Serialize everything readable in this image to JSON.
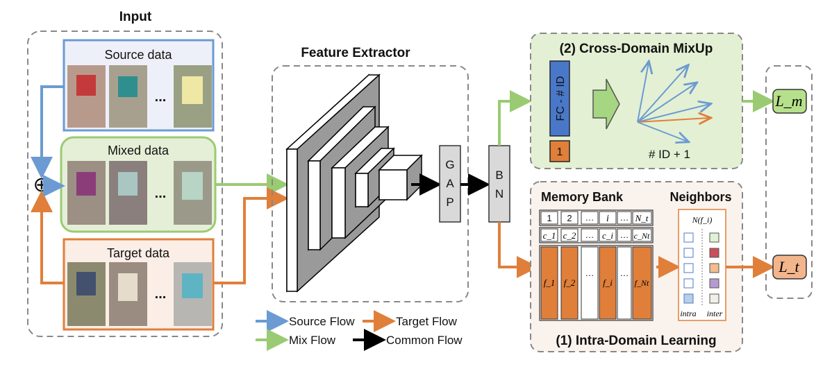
{
  "input": {
    "title": "Input",
    "source_label": "Source data",
    "mixed_label": "Mixed data",
    "target_label": "Target data",
    "ellipsis": "..."
  },
  "sum_symbol": "⊕",
  "feature_extractor": {
    "title": "Feature Extractor",
    "gap_letters": [
      "G",
      "A",
      "P"
    ],
    "bn_letters": [
      "B",
      "N"
    ]
  },
  "cross_domain": {
    "title": "(2) Cross-Domain MixUp",
    "fc_label": "FC - # ID",
    "extra_box": "1",
    "output_label": "# ID + 1"
  },
  "intra_domain": {
    "title": "(1) Intra-Domain Learning",
    "memory_bank_label": "Memory Bank",
    "neighbors_label": "Neighbors",
    "index_row": [
      "1",
      "2",
      "…",
      "i",
      "…",
      "N_t"
    ],
    "cluster_row": [
      "c_1",
      "c_2",
      "…",
      "c_i",
      "…",
      "c_Nt"
    ],
    "feature_row": [
      "f_1",
      "f_2",
      "…",
      "f_i",
      "…",
      "f_Nt"
    ],
    "neighbor_set": "N(f_i)",
    "intra_label": "intra",
    "inter_label": "inter"
  },
  "losses": {
    "mixup": "L_m",
    "target": "L_t"
  },
  "legend": {
    "source": "Source Flow",
    "target": "Target Flow",
    "mix": "Mix Flow",
    "common": "Common Flow"
  },
  "colors": {
    "source": "#6b9bd2",
    "target": "#e07f3a",
    "mix": "#9acb72",
    "common": "#000000",
    "source_fill": "#eef0f9",
    "mix_fill": "#e5efd7",
    "target_fill": "#fbeee6",
    "cross_fill": "#e3f0d3",
    "intra_fill": "#faf2ec",
    "lm_fill": "#b7e08c",
    "lt_fill": "#f2b58c",
    "fc_fill": "#4a78c8",
    "bank_fill": "#e07f3a"
  }
}
